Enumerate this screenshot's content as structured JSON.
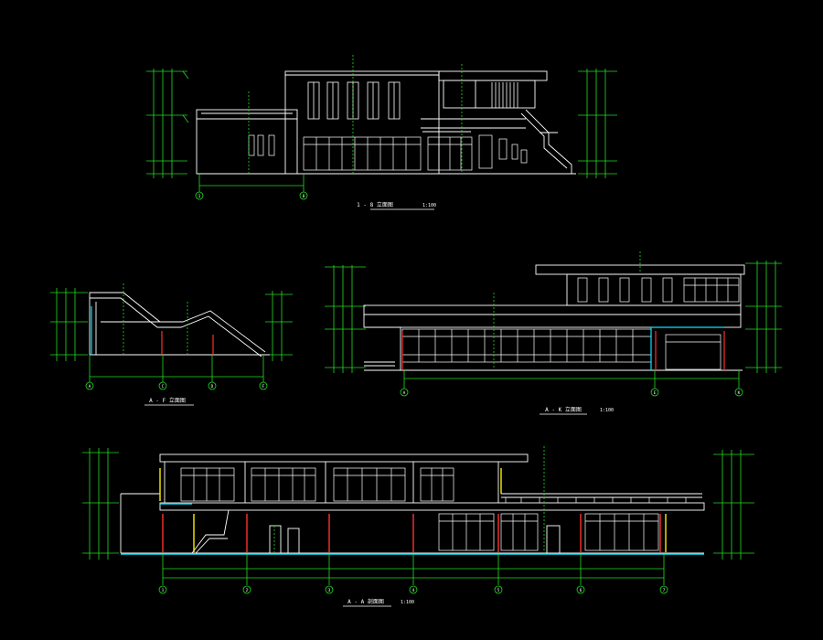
{
  "drawings": [
    {
      "id": "elevation-top",
      "axes": [
        "1",
        "8"
      ],
      "title": "1 - 8 立面图",
      "scale": "1:100"
    },
    {
      "id": "elevation-side-left",
      "axes": [
        "A",
        "C",
        "D",
        "F"
      ],
      "title": "A - F 立面图",
      "scale": ""
    },
    {
      "id": "elevation-side-right",
      "axes": [
        "A",
        "E",
        "K"
      ],
      "title": "A - K 立面图",
      "scale": "1:100"
    },
    {
      "id": "section-bottom",
      "axes": [
        "1",
        "2",
        "3",
        "4",
        "5",
        "6",
        "7"
      ],
      "title": "A - A 剖面图",
      "scale": "1:100"
    }
  ],
  "colors": {
    "background": "#000000",
    "line": "#ffffff",
    "dimension": "#22dd22",
    "accent_cyan": "#00e5ff",
    "accent_yellow": "#ffee00",
    "accent_red": "#ff3030"
  }
}
